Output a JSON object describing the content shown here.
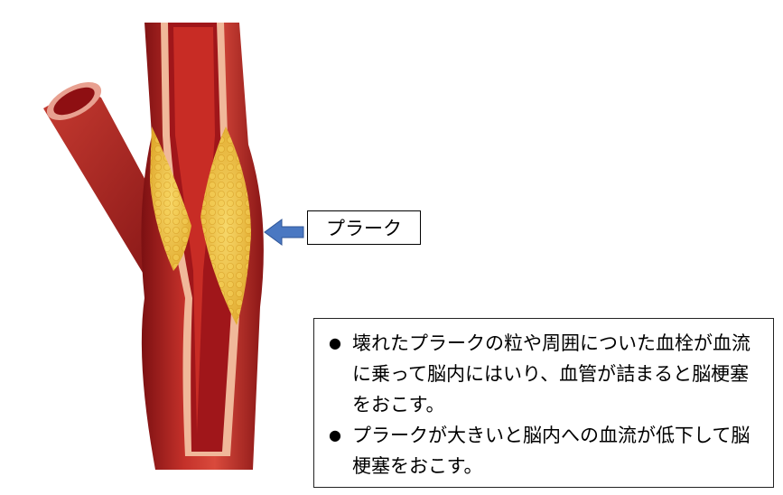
{
  "label": {
    "plaque": "プラーク"
  },
  "notes": [
    {
      "bullet": "●",
      "text": "壊れたプラークの粒や周囲についた血栓が血流に乗って脳内にはいり、血管が詰まると脳梗塞をおこす。"
    },
    {
      "bullet": "●",
      "text": "プラークが大きいと脳内への血流が低下して脳梗塞をおこす。"
    }
  ],
  "colors": {
    "arrow": "#4a78c2",
    "plaque": "#f2c64a",
    "vessel": "#b8221d",
    "vessel_outer": "#d9574a",
    "lumen": "#8e0f12"
  }
}
